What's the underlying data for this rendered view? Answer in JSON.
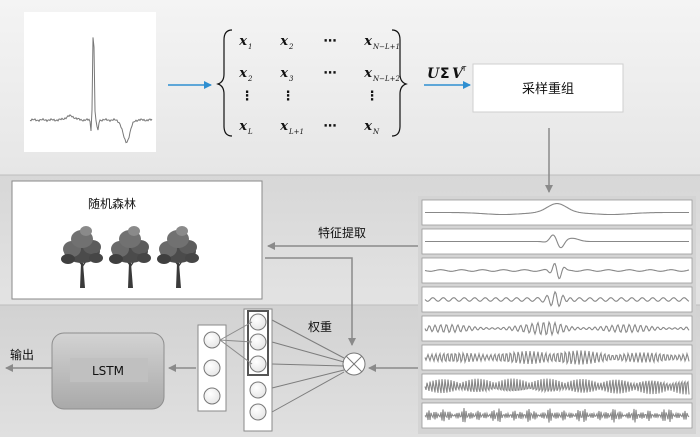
{
  "matrix": {
    "rows": [
      [
        "x",
        "x",
        "⋯",
        "x"
      ],
      [
        "x",
        "x",
        "⋯",
        "x"
      ],
      [
        "⋮",
        "⋮",
        "",
        "⋮"
      ],
      [
        "x",
        "x",
        "⋯",
        "x"
      ]
    ],
    "subs": [
      [
        "1",
        "2",
        "",
        "N−L+1"
      ],
      [
        "2",
        "3",
        "",
        "N−L+2"
      ],
      [
        "",
        "",
        "",
        ""
      ],
      [
        "L",
        "L+1",
        "",
        "N"
      ]
    ]
  },
  "svd": {
    "u": "U",
    "sigma": "Σ",
    "v": "V",
    "sup": "T"
  },
  "labels": {
    "resample": "采样重组",
    "random_forest": "随机森林",
    "feature_extract": "特征提取",
    "weight": "权重",
    "lstm": "LSTM",
    "output": "输出"
  },
  "colors": {
    "arrow_blue": "#2f8fd1",
    "band_gray": "#d8d8d8",
    "band_light": "#e9e9e9",
    "box_gray": "#c2c2c2",
    "signal_gray": "#888888"
  },
  "icons": {
    "multiply": "circled-times-icon",
    "tree": "tree-icon"
  }
}
